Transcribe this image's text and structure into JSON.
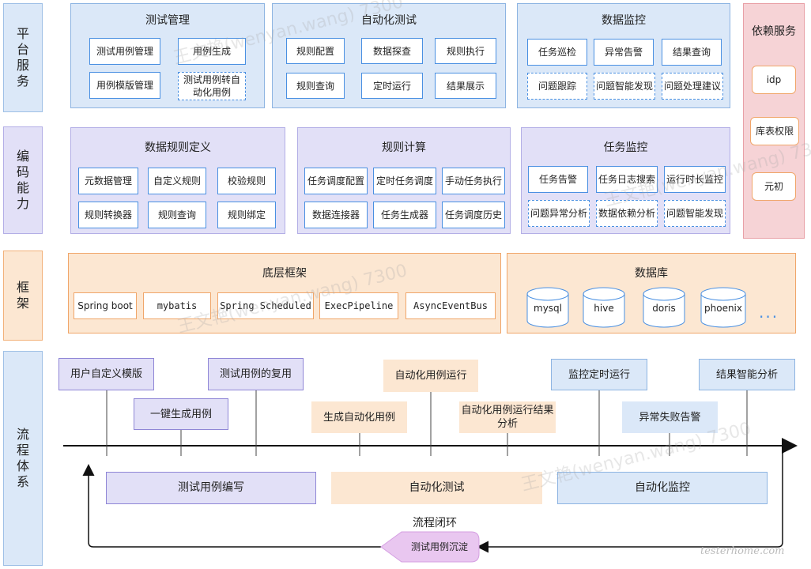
{
  "rows": {
    "platform": "平台服务",
    "coding": "编码能力",
    "framework": "框架",
    "process": "流程体系"
  },
  "platform": {
    "test_mgmt": {
      "title": "测试管理",
      "items": [
        "测试用例管理",
        "用例生成",
        "用例模版管理",
        "测试用例转自动化用例"
      ]
    },
    "auto_test": {
      "title": "自动化测试",
      "items": [
        "规则配置",
        "数据探查",
        "规则执行",
        "规则查询",
        "定时运行",
        "结果展示"
      ]
    },
    "data_monitor": {
      "title": "数据监控",
      "items": [
        "任务巡检",
        "异常告警",
        "结果查询",
        "问题跟踪",
        "问题智能发现",
        "问题处理建议"
      ]
    }
  },
  "dependencies": {
    "title": "依赖服务",
    "items": [
      "idp",
      "库表权限",
      "元初"
    ]
  },
  "coding": {
    "data_rules": {
      "title": "数据规则定义",
      "items": [
        "元数据管理",
        "自定义规则",
        "校验规则",
        "规则转换器",
        "规则查询",
        "规则绑定"
      ]
    },
    "rule_calc": {
      "title": "规则计算",
      "items": [
        "任务调度配置",
        "定时任务调度",
        "手动任务执行",
        "数据连接器",
        "任务生成器",
        "任务调度历史"
      ]
    },
    "task_monitor": {
      "title": "任务监控",
      "items": [
        "任务告警",
        "任务日志搜索",
        "运行时长监控",
        "问题异常分析",
        "数据依赖分析",
        "问题智能发现"
      ]
    }
  },
  "framework": {
    "base": {
      "title": "底层框架",
      "items": [
        "Spring boot",
        "mybatis",
        "Spring Scheduled",
        "ExecPipeline",
        "AsyncEventBus"
      ]
    },
    "db": {
      "title": "数据库",
      "items": [
        "mysql",
        "hive",
        "doris",
        "phoenix"
      ],
      "more": "..."
    }
  },
  "process": {
    "upper": [
      "用户自定义模版",
      "一键生成用例",
      "测试用例的复用",
      "生成自动化用例",
      "自动化用例运行",
      "自动化用例运行结果分析",
      "监控定时运行",
      "异常失败告警",
      "结果智能分析"
    ],
    "phases": [
      "测试用例编写",
      "自动化测试",
      "自动化监控"
    ],
    "loop_label": "流程闭环",
    "deposit": "测试用例沉淀"
  },
  "footer": {
    "logo": "testerhome.com"
  },
  "watermark": "王文艳(wenyan.wang) 7300",
  "colors": {
    "blue": "#dbe8f8",
    "purple": "#e2e0f7",
    "orange": "#fce7d2",
    "pink": "#f6d3d6",
    "box_border": "#4a90e2"
  }
}
